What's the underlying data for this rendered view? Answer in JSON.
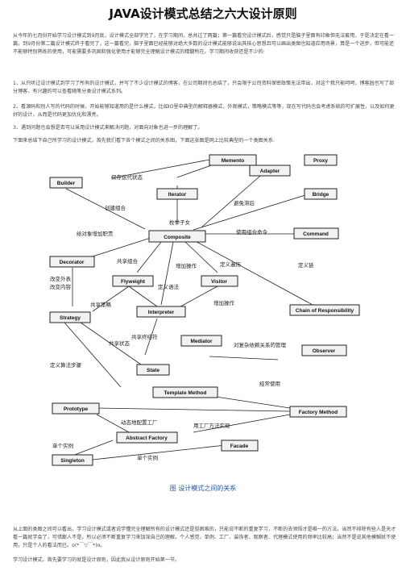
{
  "title": "JAVA设计模式总结之六大设计原则",
  "intro": [
    "从今年的七月份开始学习设计模式到9月底，设计模式全部学完了，在学习期间，总共过了两篇；第一篇看完设计模式后，感觉只是脑子里面有印象但无法套用，于是决定在看一篇，到9月份第二篇设计模式终于看完了，这一篇看完，脑子里面已经能够对绝大多数的设计模式能够说出其核心思想且可以画出类图也知道应用场景，算是一个进步，但可能还不能够特别熟练的使用，可能需要多巩固和强化使用才能够完全理解设计模式的精髓所在。学习期间收获还是不少的:",
    "1、从只听过设计模式到学习了所有的设计模式，并写了不少设计模式的博客，在公司期间也总结了，只会限于公司资料保密政策无法带出，对这个我只能呵呵，博客园也写了部分博客，有兴趣的可以查看随笔分类设计模式系列。",
    "2、看源码和别人写的代码的时候，开始能够知道用的是什么模式，比如IO里中典型的解释器模式，外观模式，策略模式等等，现在写代码也会考虑系统的可扩展性，以及如何更好的设计，从而是代码更加优化和漂亮。",
    "3、遇到问题也会想是否可以采用设计模式来解决问题，对面向对象也进一步的理解了。",
    "下面来总结下自己所学习的设计模式，首先我们看下各个模式之间的关系图，下面这张图是网上比较典型的一个类图关系:"
  ],
  "diagram": {
    "boxes": [
      {
        "id": "memento",
        "label": "Memento"
      },
      {
        "id": "proxy",
        "label": "Proxy"
      },
      {
        "id": "builder",
        "label": "Builder"
      },
      {
        "id": "adapter",
        "label": "Adapter"
      },
      {
        "id": "iterator",
        "label": "Iterator"
      },
      {
        "id": "bridge",
        "label": "Bridge"
      },
      {
        "id": "composite",
        "label": "Composite"
      },
      {
        "id": "command",
        "label": "Command"
      },
      {
        "id": "decorator",
        "label": "Decorator"
      },
      {
        "id": "flyweight",
        "label": "Flyweight"
      },
      {
        "id": "visitor",
        "label": "Visitor"
      },
      {
        "id": "interpreter",
        "label": "Interpreter"
      },
      {
        "id": "chain",
        "label": "Chain of Responsibility"
      },
      {
        "id": "strategy",
        "label": "Strategy"
      },
      {
        "id": "mediator",
        "label": "Mediator"
      },
      {
        "id": "observer",
        "label": "Observer"
      },
      {
        "id": "state",
        "label": "State"
      },
      {
        "id": "template",
        "label": "Template Method"
      },
      {
        "id": "prototype",
        "label": "Prototype"
      },
      {
        "id": "factory",
        "label": "Factory Method"
      },
      {
        "id": "abstract",
        "label": "Abstract Factory"
      },
      {
        "id": "facade",
        "label": "Facade"
      },
      {
        "id": "singleton",
        "label": "Singleton"
      }
    ],
    "labels": [
      "保存迭代状态",
      "创建组合",
      "避免滞后",
      "枚举子女",
      "给对象增加职责",
      "使用组合命令",
      "共享组合",
      "增加操作",
      "定义遍历",
      "定义链",
      "改变外表",
      "改变内容",
      "定义语法",
      "共享策略",
      "增加操作",
      "共享终结符",
      "共享状态",
      "对复杂依赖关系的管理",
      "定义算法步骤",
      "经常使用",
      "动态地配置工厂",
      "用工厂方法实现",
      "单个实例",
      "单个实例"
    ]
  },
  "caption": "图    设计模式之间的关系",
  "outro": [
    "从上面的类图之间可以看出，学习设计模式或者说学懂完全理解所有的设计模式还是挺困难的，只能说不断的重复学习，不断的去领悟才是唯一的方法，当然不排除有些人是天才看一篇就学会了，可惜鄙人不是，所以必须不断重复学习来加深自己的理解。个人感觉，单例、工厂、装饰者、观察者、代理模式使用的频率比较高；当然不是说其他模糊就不使用，只是个人的看法而已。o(*￣▽￣*)o。",
    "学习设计模式，首先要学习的就是设计原则，因此我从设计原则开始第一节。"
  ]
}
